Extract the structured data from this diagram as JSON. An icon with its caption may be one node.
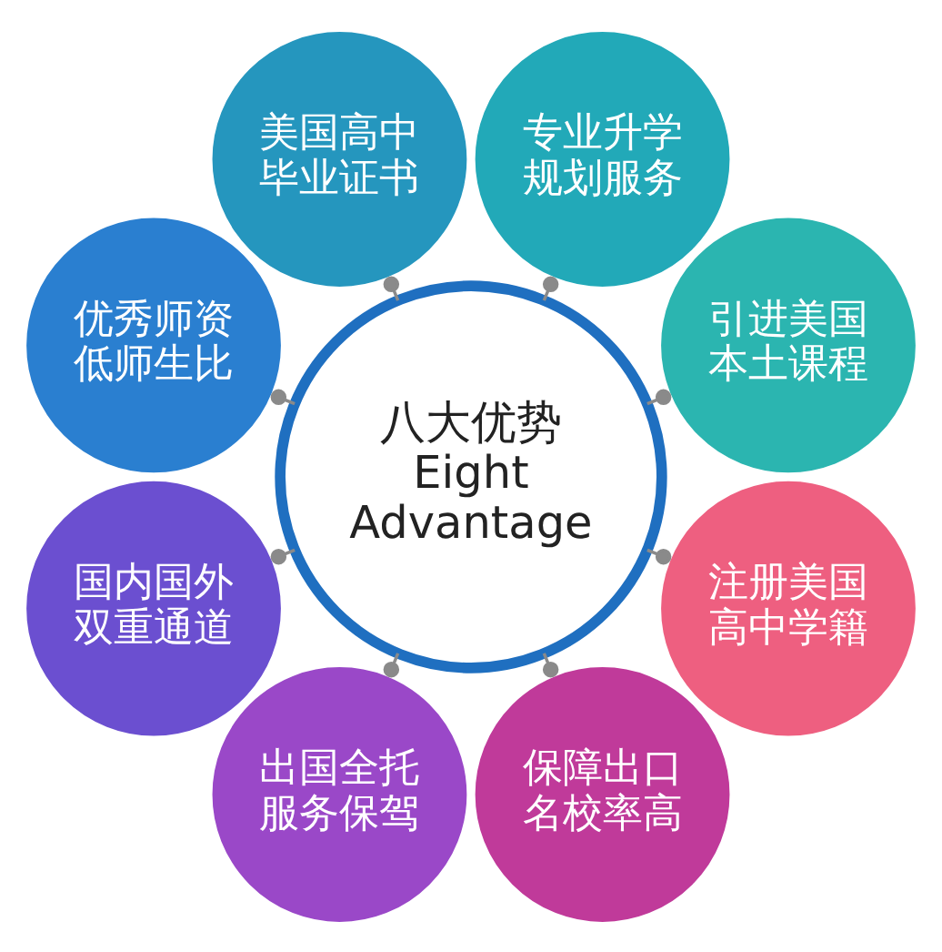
{
  "diagram": {
    "nodes": [
      {
        "text": [
          "八大优势",
          "Eight Advantage"
        ]
      },
      {
        "text": [
          "引进美国本土课程"
        ]
      },
      {
        "text": [
          "专业升学规划服务"
        ]
      },
      {
        "text": [
          "美国高中毕业证书"
        ]
      },
      {
        "text": [
          "优秀师资低师生比"
        ]
      },
      {
        "text": [
          "国内国外双重通道"
        ]
      },
      {
        "text": [
          "出国全托服务保驾"
        ]
      },
      {
        "text": [
          "保障出口名校率高"
        ]
      },
      {
        "text": [
          "注册美国高中学籍"
        ]
      }
    ],
    "edges": [
      {
        "from": 0,
        "to": 1,
        "arrow": "other"
      },
      {
        "from": 0,
        "to": 2,
        "arrow": "other"
      },
      {
        "from": 0,
        "to": 3,
        "arrow": "other"
      },
      {
        "from": 0,
        "to": 4,
        "arrow": "other"
      },
      {
        "from": 0,
        "to": 5,
        "arrow": "other"
      },
      {
        "from": 0,
        "to": 6,
        "arrow": "other"
      },
      {
        "from": 0,
        "to": 7,
        "arrow": "other"
      },
      {
        "from": 0,
        "to": 8,
        "arrow": "other"
      }
    ]
  }
}
